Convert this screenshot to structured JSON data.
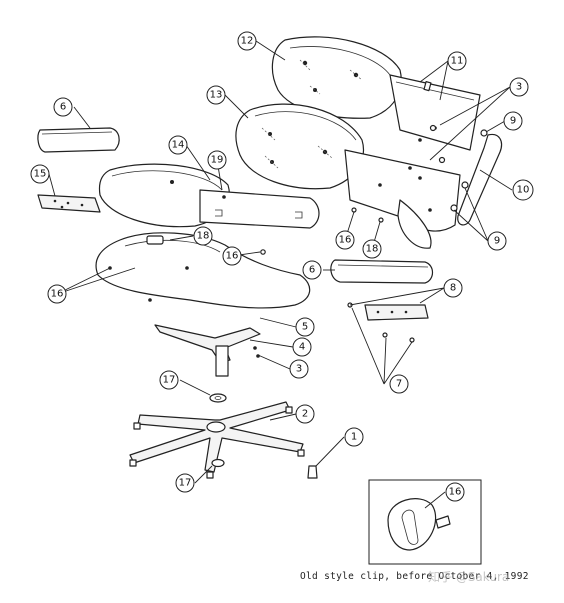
{
  "caption": "Old style clip, before October 4, 1992",
  "watermark": "知乎 @Sakura",
  "callouts": {
    "c1": "1",
    "c2": "2",
    "c3a": "3",
    "c3b": "3",
    "c4": "4",
    "c5": "5",
    "c6a": "6",
    "c6b": "6",
    "c7": "7",
    "c8": "8",
    "c9a": "9",
    "c9b": "9",
    "c10": "10",
    "c11": "11",
    "c12": "12",
    "c13": "13",
    "c14": "14",
    "c15": "15",
    "c16a": "16",
    "c16b": "16",
    "c16c": "16",
    "c16d": "16",
    "c17a": "17",
    "c17b": "17",
    "c18a": "18",
    "c18b": "18",
    "c19": "19"
  }
}
